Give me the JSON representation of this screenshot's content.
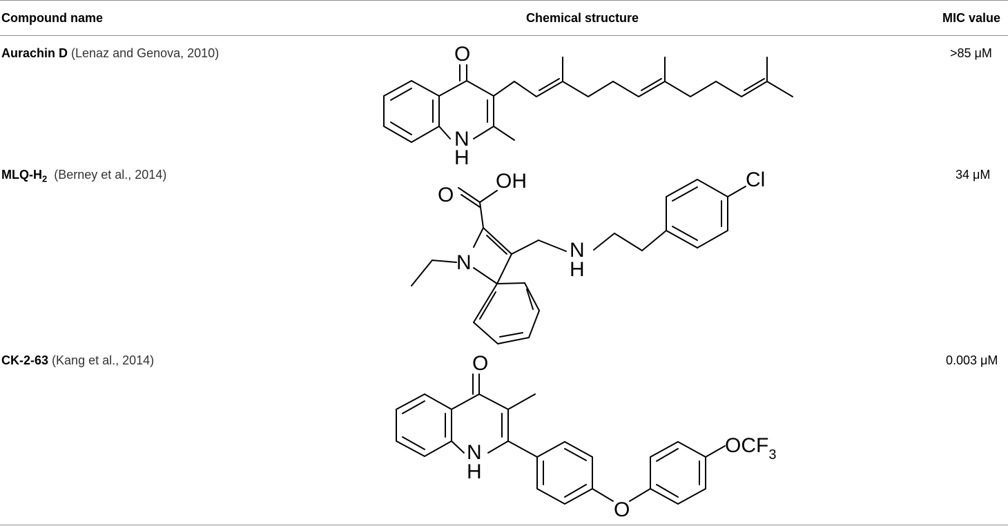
{
  "table": {
    "headers": {
      "compound": "Compound name",
      "structure": "Chemical structure",
      "mic": "MIC value"
    },
    "rows": [
      {
        "name": "Aurachin D",
        "citation": "(Lenaz and Genova, 2010)",
        "mic": ">85 μM",
        "atoms": {
          "o": "O",
          "n": "N",
          "h": "H"
        }
      },
      {
        "name_main": "MLQ-H",
        "name_sub": "2",
        "citation": "(Berney et al., 2014)",
        "mic": "34 μM",
        "atoms": {
          "oh_o": "O",
          "oh": "OH",
          "cl": "Cl",
          "n1": "N",
          "nh_n": "N",
          "nh_h": "H"
        }
      },
      {
        "name": "CK-2-63",
        "citation": "(Kang et al., 2014)",
        "mic": "0.003 μM",
        "atoms": {
          "o": "O",
          "n": "N",
          "h": "H",
          "ocf": "OCF",
          "sub3": "3",
          "ether_o": "O"
        }
      }
    ]
  }
}
